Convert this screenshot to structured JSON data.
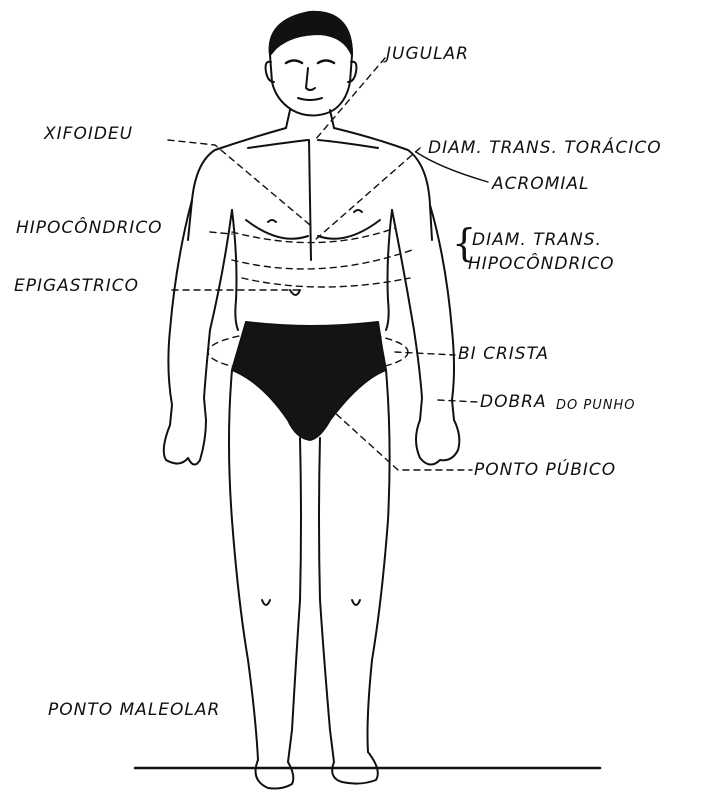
{
  "labels": {
    "jugular": "JUGULAR",
    "xifoideu": "XIFOIDEU",
    "diam_trans_toracico": "DIAM. TRANS. TORÁCICO",
    "acromial": "ACROMIAL",
    "hipocondrico": "HIPOCÔNDRICO",
    "diam_trans_line1": "DIAM. TRANS.",
    "diam_trans_line2": "HIPOCÔNDRICO",
    "epigastrico": "EPIGASTRICO",
    "bi_crista": "BI CRISTA",
    "dobra": "DOBRA",
    "do_punho": "DO PUNHO",
    "ponto_pubico": "PONTO PÚBICO",
    "ponto_maleolar": "PONTO MALEOLAR"
  },
  "colors": {
    "ink": "#111111",
    "briefs": "#141414",
    "background": "#ffffff"
  }
}
